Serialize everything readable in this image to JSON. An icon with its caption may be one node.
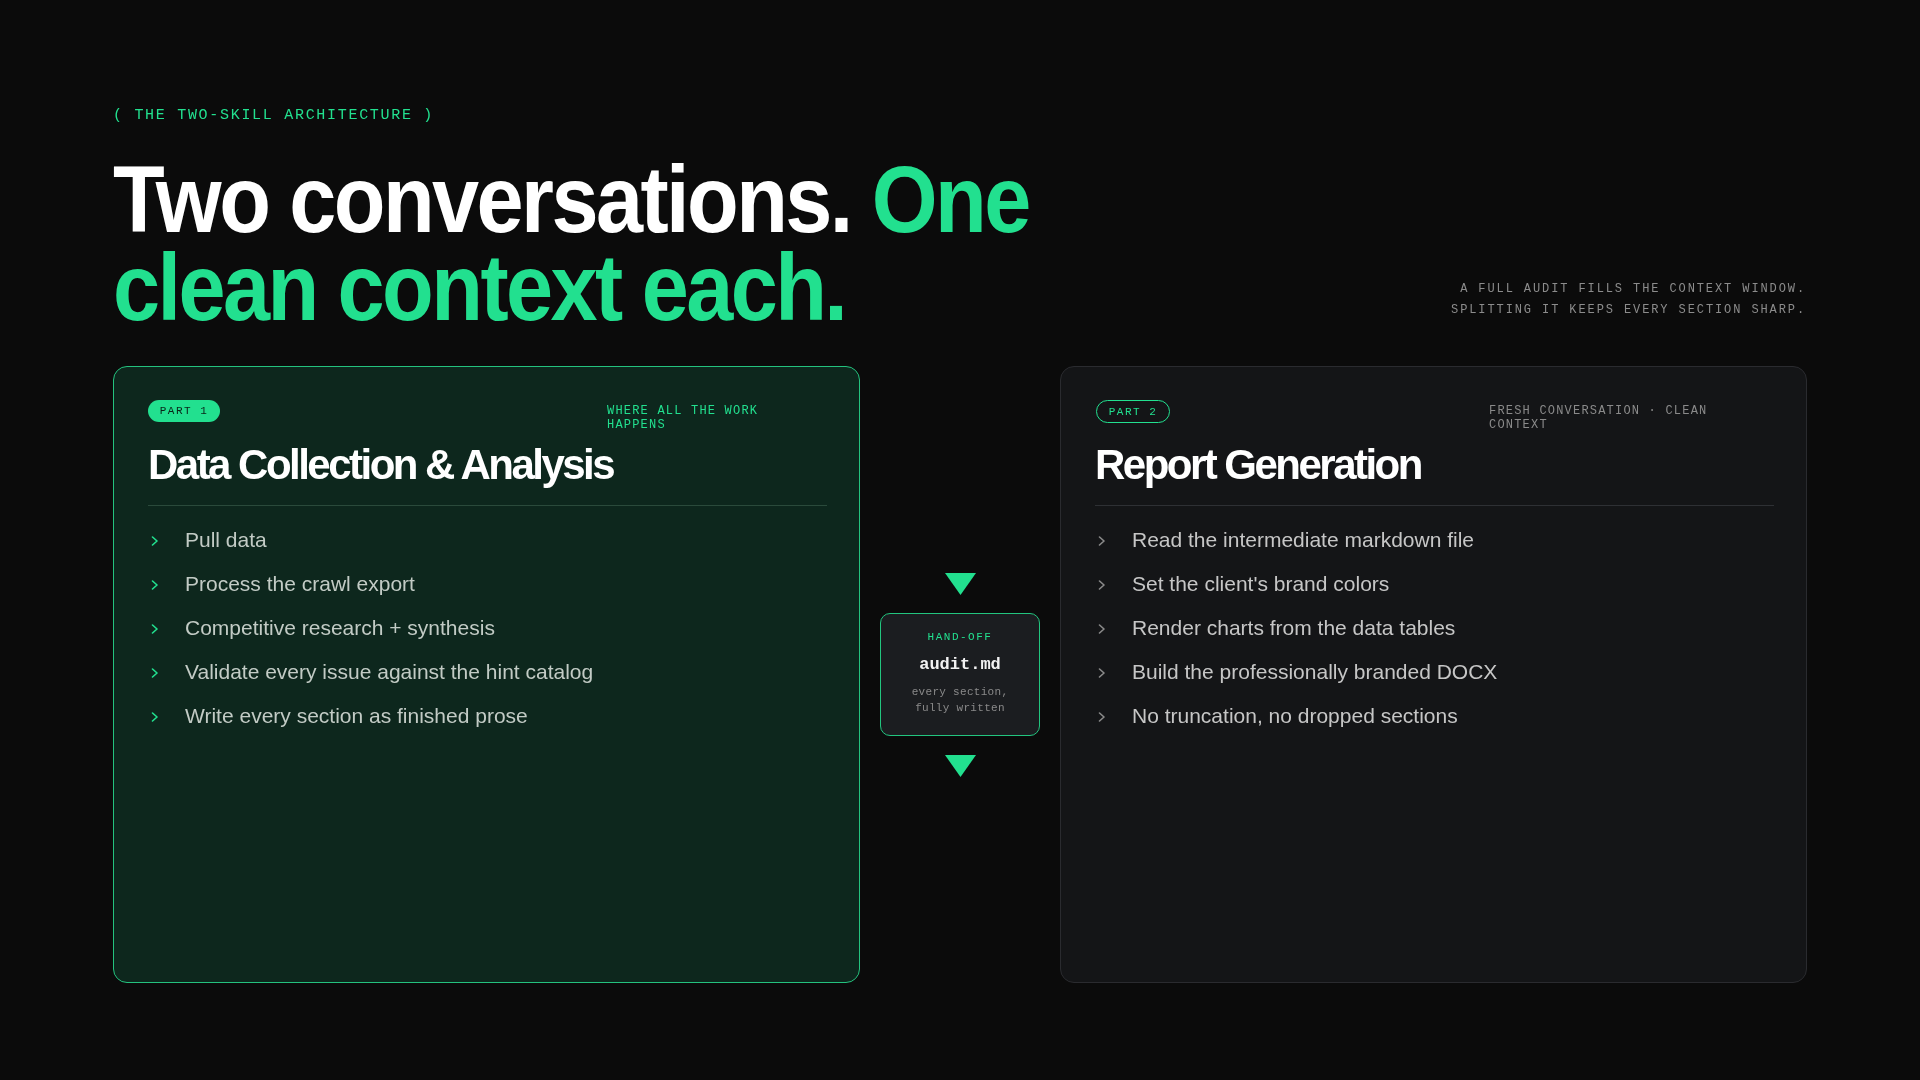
{
  "diagram": {
    "title": "Two conversations. One clean context each.",
    "nodes": [
      {
        "text": [
          "WHERE ALL THE WORK HAPPENS",
          "Data Collection & Analysis",
          "Pull data",
          "Process the crawl export",
          "Competitive research + synthesis",
          "Validate every issue against the hint catalog",
          "Write every section as finished prose"
        ]
      },
      {
        "text": [
          "PART 1"
        ],
        "in": 0
      },
      {
        "text": [
          "HAND-OFF",
          "audit.md",
          "every section, fully written"
        ]
      },
      {
        "text": [
          "FRESH CONVERSATION · CLEAN CONTEXT",
          "Report Generation",
          "Read the intermediate markdown file",
          "Set the client's brand colors",
          "Render charts from the data tables",
          "Build the professionally branded DOCX",
          "No truncation, no dropped sections"
        ]
      },
      {
        "text": [
          "PART 2"
        ],
        "in": 3
      }
    ],
    "labels": [
      "( THE TWO-SKILL ARCHITECTURE )",
      "A FULL AUDIT FILLS THE CONTEXT WINDOW. SPLITTING IT KEEPS EVERY SECTION SHARP."
    ]
  }
}
